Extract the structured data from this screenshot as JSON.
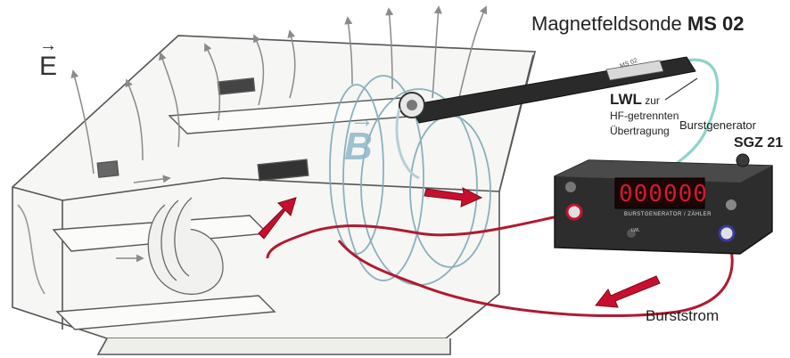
{
  "labels": {
    "title_prefix": "Magnetfeldsonde ",
    "title_model": "MS 02",
    "lwl_bold": "LWL",
    "lwl_zur": " zur",
    "lwl_line2": "HF-getrennten",
    "lwl_line3": "Übertragung",
    "burstgenerator": "Burstgenerator",
    "sgz_model": "SGZ 21",
    "burststrom": "Burststrom",
    "e_field": "E",
    "b_field": "B"
  },
  "device": {
    "display_digits": "000000",
    "panel_label": "BURSTGENERATOR / ZÄHLER",
    "jack_label": "LWL"
  },
  "probe": {
    "label": "MS 02"
  },
  "colors": {
    "current_arrow": "#c8102e",
    "cable": "#b01a30",
    "fiber": "#8fd3c8",
    "field_lines": "#7fa9b8",
    "device_body": "#2d2d2d",
    "display": "#d61a2a"
  }
}
